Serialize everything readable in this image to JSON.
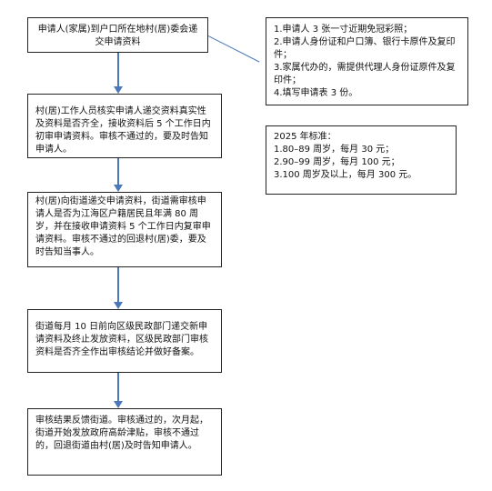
{
  "flow": {
    "step1": "申请人(家属)到户口所在地村(居)委会递交申请资料",
    "step2": "村(居)工作人员核实申请人递交资料真实性及资料是否齐全，接收资料后 5 个工作日内初审申请资料。审核不通过的，要及时告知申请人。",
    "step3": "村(居)向街道递交申请资料，街道需审核申请人是否为江海区户籍居民且年满 80 周岁，并在接收申请资料 5 个工作日内复审申请资料。审核不通过的回退村(居)委，要及时告知当事人。",
    "step4": "街道每月 10 日前向区级民政部门递交新申请资料及终止发放资料，区级民政部门审核资料是否齐全作出审核结论并做好备案。",
    "step5": "审核结果反馈街道。审核通过的，次月起，街道开始发放政府高龄津贴，审核不通过的，回退街道由村(居)及时告知申请人。"
  },
  "materials": {
    "items": [
      "1.申请人 3 张一寸近期免冠彩照；",
      "2.申请人身份证和户口簿、银行卡原件及复印件；",
      "3.家属代办的，需提供代理人身份证原件及复印件；",
      "4.填写申请表 3 份。"
    ]
  },
  "standard": {
    "title": "2025 年标准：",
    "items": [
      "1.80–89 周岁，每月 30 元；",
      "2.90–99 周岁，每月 100 元；",
      "3.100 周岁及以上，每月 300 元。"
    ]
  },
  "colors": {
    "connector": "#4a78b9",
    "border": "#222222"
  }
}
